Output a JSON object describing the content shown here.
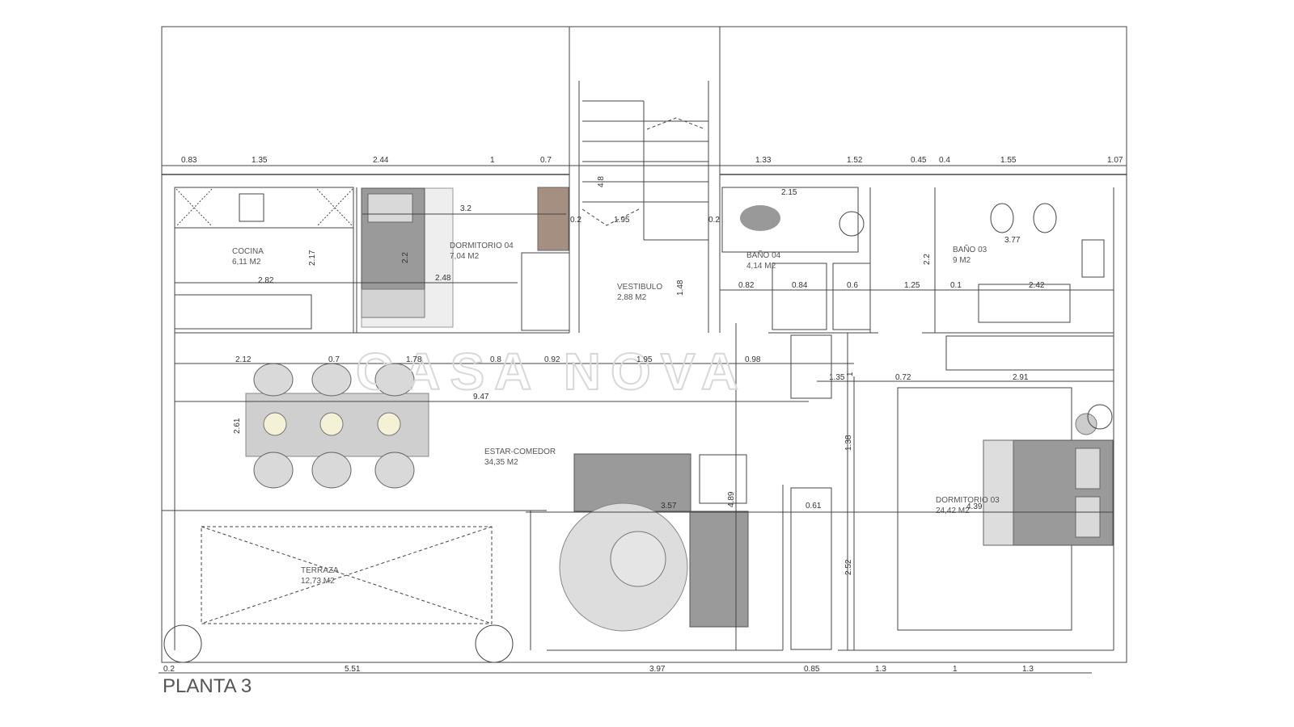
{
  "plan_title": "PLANTA 3",
  "watermark": "CASA NOVA",
  "rooms": [
    {
      "name": "COCINA",
      "area": "6,11 M2"
    },
    {
      "name": "DORMITORIO 04",
      "area": "7,04 M2"
    },
    {
      "name": "VESTIBULO",
      "area": "2,88 M2"
    },
    {
      "name": "BAÑO 04",
      "area": "4,14 M2"
    },
    {
      "name": "BAÑO 03",
      "area": "9 M2"
    },
    {
      "name": "ESTAR-COMEDOR",
      "area": "34,35 M2"
    },
    {
      "name": "TERRAZA",
      "area": "12,73 M2"
    },
    {
      "name": "DORMITORIO 03",
      "area": "24,42 M2"
    }
  ],
  "dims_top": [
    "0.83",
    "1.35",
    "2.44",
    "1",
    "0.7",
    "1.33",
    "1.52",
    "0.45",
    "0.4",
    "1.55",
    "1.07"
  ],
  "dims_interior": [
    "3.2",
    "0.2",
    "1.95",
    "0.2",
    "2.15",
    "4.8",
    "2.17",
    "2.2",
    "2.82",
    "2.48",
    "1.48",
    "0.82",
    "0.84",
    "0.6",
    "1.25",
    "0.1",
    "2.42",
    "3.77",
    "2.2"
  ],
  "dims_middle": [
    "2.12",
    "0.7",
    "1.78",
    "0.8",
    "0.92",
    "1.95",
    "0.98",
    "1",
    "1.35",
    "0.72",
    "2.91",
    "9.47",
    "2.61",
    "1.38",
    "3.57",
    "4.89",
    "0.61",
    "4.39",
    "2.52"
  ],
  "dims_bottom": [
    "0.2",
    "5.51",
    "3.97",
    "0.85",
    "1.3",
    "1",
    "1.3"
  ]
}
